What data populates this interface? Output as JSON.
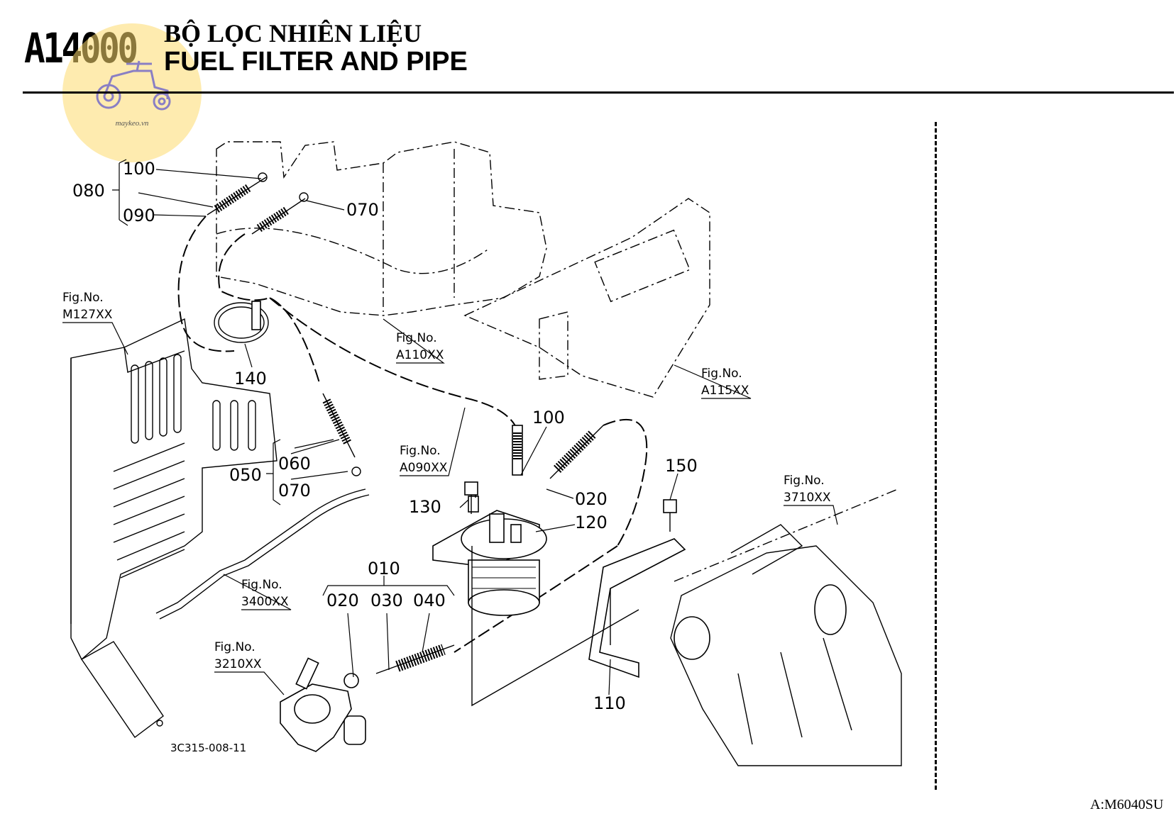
{
  "header": {
    "code": "A14000",
    "title_vi": "BỘ LỌC NHIÊN LIỆU",
    "title_en": "FUEL FILTER AND PIPE"
  },
  "logo": {
    "text": "maykeo.vn"
  },
  "parts": {
    "p100a": "100",
    "p080": "080",
    "p090": "090",
    "p070a": "070",
    "p140": "140",
    "p060": "060",
    "p050": "050",
    "p070b": "070",
    "p100b": "100",
    "p020a": "020",
    "p130": "130",
    "p120": "120",
    "p150": "150",
    "p010": "010",
    "p020b": "020",
    "p030": "030",
    "p040": "040",
    "p110": "110"
  },
  "figrefs": {
    "figno": "Fig.No.",
    "m127": "M127XX",
    "a110": "A110XX",
    "a115": "A115XX",
    "a090": "A090XX",
    "f3710": "3710XX",
    "f3400": "3400XX",
    "f3210": "3210XX"
  },
  "drawing_number": "3C315-008-11",
  "footer": "A:M6040SU"
}
